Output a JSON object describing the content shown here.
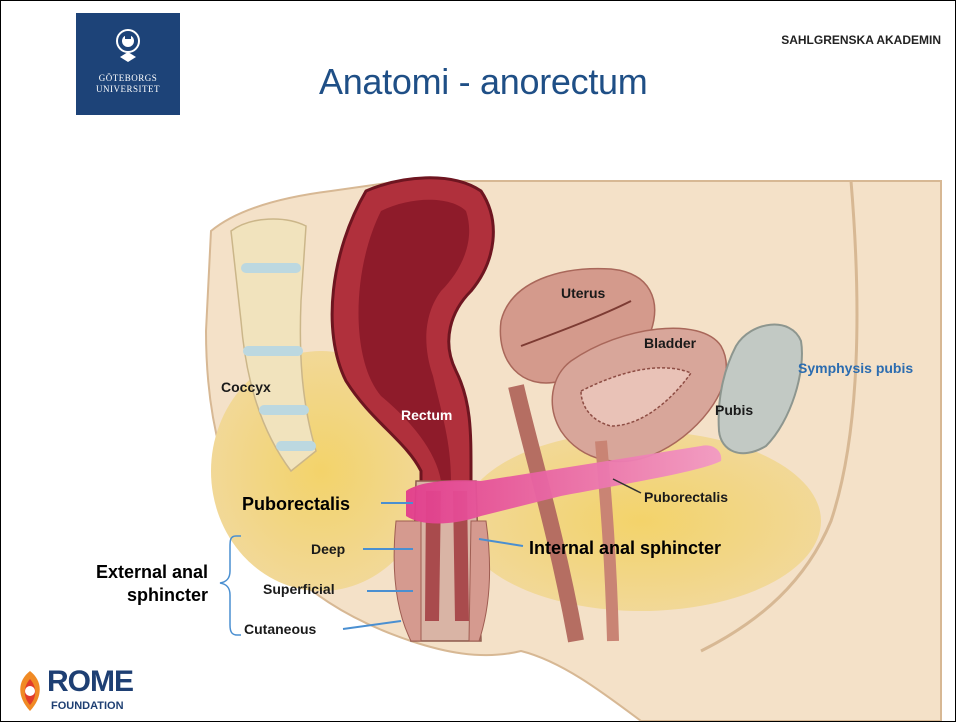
{
  "header": {
    "university_line1": "GÖTEBORGS",
    "university_line2": "UNIVERSITET",
    "department": "SAHLGRENSKA AKADEMIN"
  },
  "slide": {
    "title": "Anatomi - anorectum"
  },
  "diagram": {
    "labels": {
      "uterus": "Uterus",
      "bladder": "Bladder",
      "coccyx": "Coccyx",
      "rectum": "Rectum",
      "pubis": "Pubis",
      "symphysis_pubis": "Symphysis pubis",
      "puborectalis_left": "Puborectalis",
      "puborectalis_right": "Puborectalis",
      "deep": "Deep",
      "internal_sphincter": "Internal anal sphincter",
      "superficial": "Superficial",
      "cutaneous": "Cutaneous",
      "external_line1": "External anal",
      "external_line2": "sphincter"
    }
  },
  "footer": {
    "logo_word": "ROME",
    "logo_sub": "FOUNDATION"
  },
  "colors": {
    "gu_blue": "#1d4378",
    "title_blue": "#1f4f86",
    "rectum_red": "#8e1b2a",
    "puborectalis_pink": "#e23c8c",
    "label_blue": "#2b6cb0"
  }
}
